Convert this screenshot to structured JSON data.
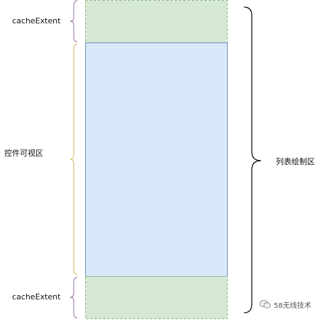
{
  "labels": {
    "cache_top": "cacheExtent",
    "visible": "控件可视区",
    "cache_bottom": "cacheExtent",
    "draw_area": "列表绘制区"
  },
  "watermark": {
    "text": "58无线技术",
    "icon": "wechat-icon"
  },
  "colors": {
    "cache_fill": "#d5e8d4",
    "cache_stroke": "#82b366",
    "visible_fill": "#dae8fc",
    "visible_stroke": "#6c8ebf",
    "cache_brace": "#9673a6",
    "visible_brace": "#d6b656",
    "draw_brace": "#000000"
  }
}
